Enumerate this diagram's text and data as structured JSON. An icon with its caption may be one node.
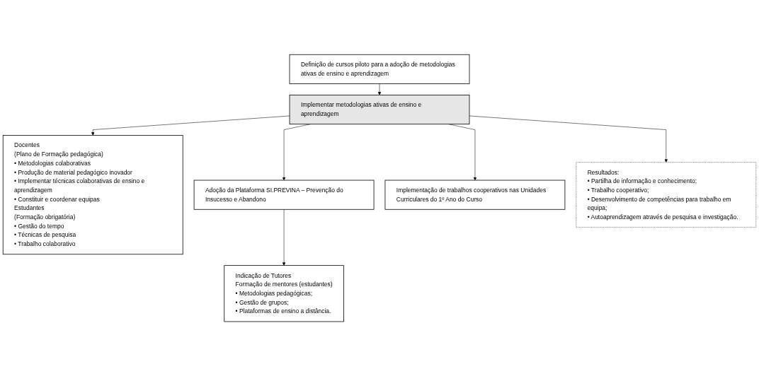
{
  "diagram": {
    "nodes": [
      {
        "text": [
          "Indicação de Tutores",
          "Formação de mentores (estudantes)",
          "• Metodologias pedagógicas;",
          "• Gestão de grupos;",
          "• Plataformas de ensino a distância."
        ]
      },
      {
        "text": [
          "Definição de cursos piloto para a adoção de metodologias ativas de ensino e aprendizagem"
        ]
      },
      {
        "text": [
          "Docentes",
          "(Plano de Formação pedagógica)",
          "• Metodologias colaborativas",
          "• Produção de material pedagógico inovador",
          "• Implementar técnicas colaborativas de ensino e aprendizagem",
          "• Constituir e coordenar equipas",
          "Estudantes",
          "(Formação obrigatória)",
          "• Gestão do tempo",
          "• Técnicas de pesquisa",
          "• Trabalho colaborativo"
        ]
      },
      {
        "text": [
          "Adoção da Plataforma SI.PREVINA – Prevenção do Insucesso e Abandono"
        ]
      },
      {
        "text": [
          "Implementar metodologias ativas de ensino e aprendizagem"
        ]
      },
      {
        "text": [
          "Implementação de trabalhos cooperativos nas Unidades Curriculares do 1º Ano do Curso"
        ]
      },
      {
        "text": [
          "Resultados:",
          "• Partilha de informação e conhecimento;",
          "• Trabalho cooperativo;",
          "• Desenvolvimento de competências para trabalho em equipa;",
          "• Autoaprendizagem através de pesquisa e investigação."
        ]
      }
    ],
    "edges": [
      {
        "from": 1,
        "to": 4,
        "arrow": "to"
      },
      {
        "from": 4,
        "to": 2,
        "arrow": "to"
      },
      {
        "from": 4,
        "to": 3,
        "arrow": "to"
      },
      {
        "from": 4,
        "to": 5,
        "arrow": "to"
      },
      {
        "from": 3,
        "to": 0,
        "arrow": "to"
      },
      {
        "from": 4,
        "to": 6,
        "arrow": "to"
      }
    ]
  }
}
